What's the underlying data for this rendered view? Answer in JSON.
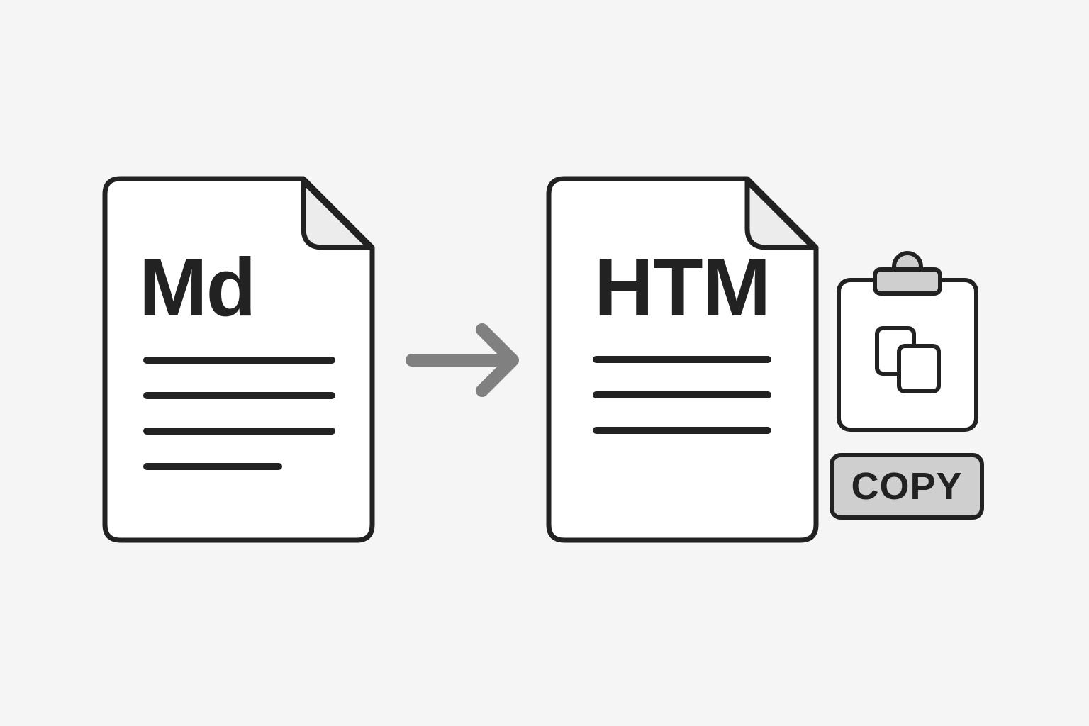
{
  "source_document": {
    "label": "Md",
    "icon": "markdown-file-icon",
    "text_lines": 4
  },
  "conversion_arrow": {
    "icon": "arrow-right-icon",
    "color": "#808080"
  },
  "output_document": {
    "label": "HTM",
    "icon": "html-file-icon",
    "text_lines": 3
  },
  "clipboard": {
    "icon": "clipboard-copy-icon"
  },
  "copy_button": {
    "label": "COPY",
    "fill_color": "#cfcfcf"
  },
  "colors": {
    "background": "#f5f5f5",
    "outline": "#222222",
    "paper": "#ffffff",
    "fold": "#ececec",
    "accent_gray": "#cfcfcf"
  }
}
